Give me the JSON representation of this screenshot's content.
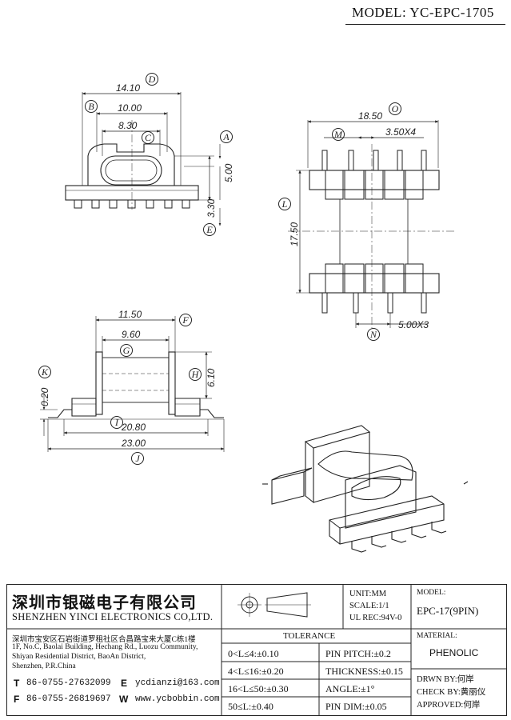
{
  "header": {
    "model_line": "MODEL: YC-EPC-1705"
  },
  "dimensions": {
    "d1": "14.10",
    "d2": "10.00",
    "d3": "8.30",
    "d4": "5.00",
    "d5": "3.30",
    "d6": "18.50",
    "d7": "3.50X4",
    "d8": "17.50",
    "d9": "5.00X3",
    "d10": "11.50",
    "d11": "9.60",
    "d12": "6.10",
    "d13": "0.20",
    "d14": "20.80",
    "d15": "23.00"
  },
  "callouts": {
    "A": "A",
    "B": "B",
    "C": "C",
    "D": "D",
    "E": "E",
    "F": "F",
    "G": "G",
    "H": "H",
    "I": "I",
    "J": "J",
    "K": "K",
    "L": "L",
    "M": "M",
    "N": "N",
    "O": "O"
  },
  "company": {
    "name_cn": "深圳市银磁电子有限公司",
    "name_en": "SHENZHEN YINCI ELECTRONICS CO,LTD.",
    "addr_cn": "深圳市宝安区石岩街道罗租社区合昌路宝来大厦C栋1楼",
    "addr_en_1": "1F, No.C, Baolai Building, Hechang Rd., Luozu Community,",
    "addr_en_2": "Shiyan Residential District, BaoAn District,",
    "addr_en_3": "Shenzhen, P.R.China",
    "tel_label": "T",
    "tel": "86-0755-27632099",
    "fax_label": "F",
    "fax": "86-0755-26819697",
    "email_label": "E",
    "email": "ycdianzi@163.com",
    "web_label": "W",
    "web": "www.ycbobbin.com"
  },
  "specs": {
    "unit": "UNIT:MM",
    "scale": "SCALE:1/1",
    "ul": "UL REC:94V-0",
    "model_label": "MODEL:",
    "model_value": "EPC-17(9PIN)",
    "material_label": "MATERIAL:",
    "material_value": "PHENOLIC"
  },
  "tolerance": {
    "title": "TOLERANCE",
    "rows": [
      {
        "left": "0<L≤4:±0.10",
        "right": "PIN PITCH:±0.2"
      },
      {
        "left": "4<L≤16:±0.20",
        "right": "THICKNESS:±0.15"
      },
      {
        "left": "16<L≤50:±0.30",
        "right": "ANGLE:±1°"
      },
      {
        "left": "50≤L:±0.40",
        "right": "PIN DIM:±0.05"
      }
    ]
  },
  "approval": {
    "drawn": "DRWN BY:何岸",
    "check": "CHECK BY:黄丽仪",
    "approved": "APPROVED:何岸"
  }
}
